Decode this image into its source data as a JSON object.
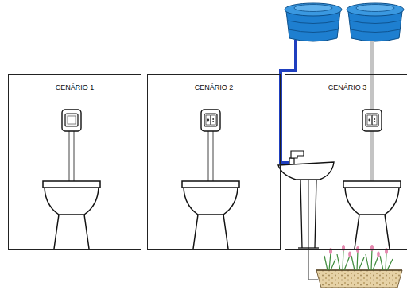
{
  "diagram": {
    "nodes": [
      {
        "text": [
          "CENÁRIO 1"
        ]
      },
      {
        "text": [
          "CENÁRIO 2"
        ]
      },
      {
        "text": [
          "CENÁRIO 3"
        ]
      }
    ]
  }
}
